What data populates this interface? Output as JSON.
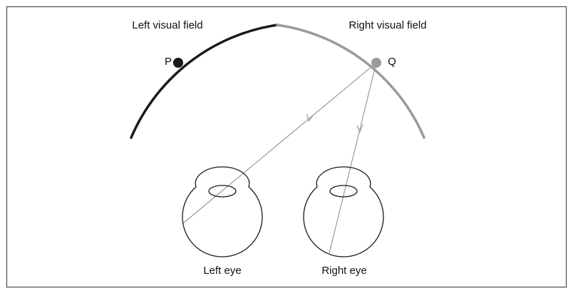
{
  "labels": {
    "left_field": "Left visual field",
    "right_field": "Right visual field",
    "point_p": "P",
    "point_q": "Q",
    "left_eye": "Left eye",
    "right_eye": "Right eye"
  },
  "colors": {
    "left_field_arc": "#1a1a1a",
    "right_field_arc": "#9a9a9a",
    "point_p": "#1a1a1a",
    "point_q": "#9a9a9a",
    "rays": "#9a9a9a",
    "eye_outline": "#1a1a1a",
    "frame": "#333333"
  }
}
